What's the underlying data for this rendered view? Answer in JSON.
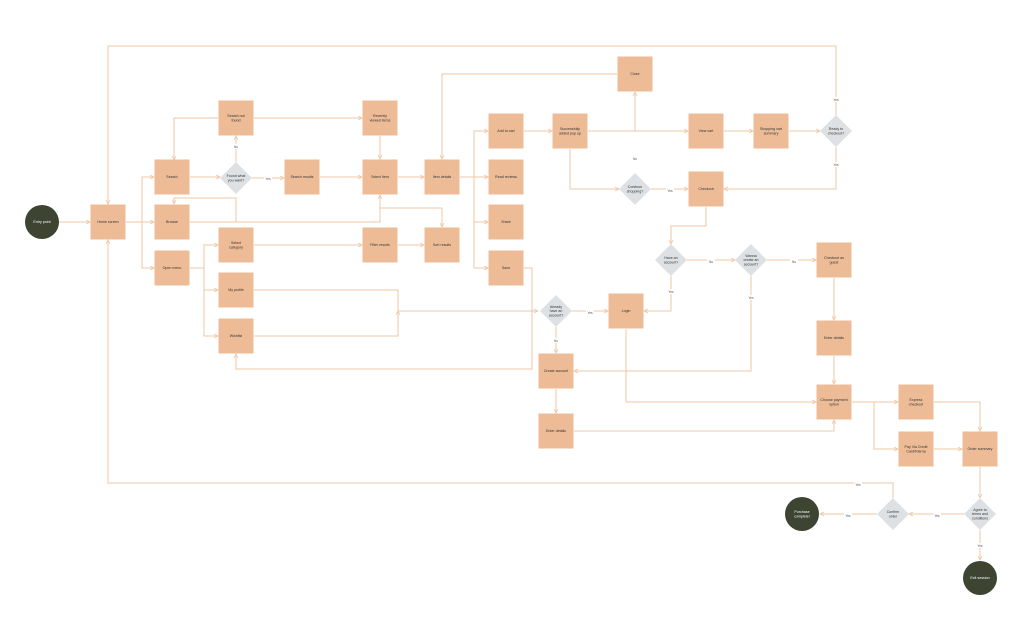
{
  "colors": {
    "process_fill": "#EDBC96",
    "decision_fill": "#DEE1E4",
    "terminal_fill": "#3D4432",
    "edge": "#EEC7A6"
  },
  "nodes": {
    "entry": "Entry point",
    "home": "Home screen",
    "search": "Search",
    "browse": "Browse",
    "open_menu": "Open menu",
    "found": "Found what you want?",
    "search_not_found": "Search not found",
    "search_results": "Search results",
    "recently_viewed": "Recently viewed items",
    "select_item": "Select item",
    "item_details": "Item details",
    "select_category": "Select category",
    "filter_results": "Filter results",
    "sort_results": "Sort results",
    "my_profile": "My profile",
    "wishlist": "Wishlist",
    "add_to_cart": "Add to cart",
    "read_reviews": "Read reviews",
    "share": "Share",
    "save": "Save",
    "success_add": "Successfully added pop up",
    "close": "Close",
    "continue_shopping": "Continue shopping?",
    "view_cart": "View cart",
    "cart_summary": "Shopping cart summary",
    "ready_checkout": "Ready to checkout?",
    "checkout": "Checkout",
    "have_account": "Have an account?",
    "wanna_create": "Wanna create an account?",
    "checkout_guest": "Checkout as guest",
    "enter_details_guest": "Enter details",
    "already_have": "Already have an account?",
    "login": "Login",
    "create_account": "Create account",
    "enter_details": "Enter details",
    "choose_payment": "Choose payment option",
    "express_checkout": "Express checkout",
    "pay_card": "Pay Via Credit Card/Klarna",
    "order_summary": "Order summary",
    "agree_terms": "Agree to terms and conditions",
    "confirm_order": "Confirm order",
    "purchase_complete": "Purchase complete!",
    "exit_session": "Exit session"
  },
  "edge_labels": {
    "yes": "Yes",
    "no": "No"
  }
}
